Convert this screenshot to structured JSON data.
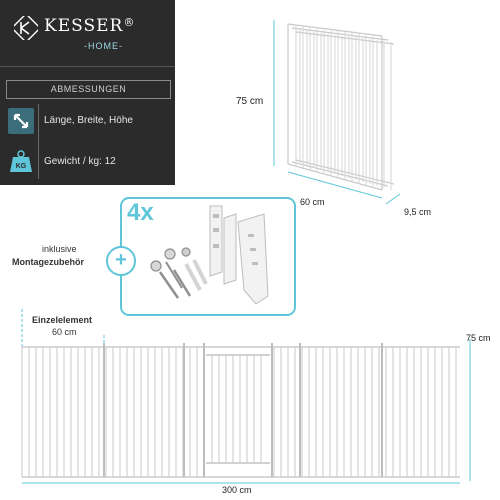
{
  "brand": {
    "name": "KESSER",
    "registered": "®",
    "subline": "-HOME-"
  },
  "specs": {
    "header": "ABMESSUNGEN",
    "rows": [
      {
        "icon": "diagonal-arrow-icon",
        "label": "Länge, Breite, Höhe"
      },
      {
        "icon": "weight-kg-icon",
        "badge": "KG",
        "label": "Gewicht / kg: 12"
      }
    ]
  },
  "folded_dims": {
    "height": "75 cm",
    "width": "60 cm",
    "depth": "9,5 cm"
  },
  "accessories": {
    "count": "4x",
    "plus": "+",
    "caption_line1": "inklusive",
    "caption_line2": "Montagezubehör"
  },
  "full_gate": {
    "element_line1": "Einzelelement",
    "element_line2": "60 cm",
    "height": "75 cm",
    "length": "300 cm"
  },
  "colors": {
    "panel": "#2b2b2b",
    "accent": "#5ec6d8",
    "icon_bg": "#3b6d7a"
  }
}
